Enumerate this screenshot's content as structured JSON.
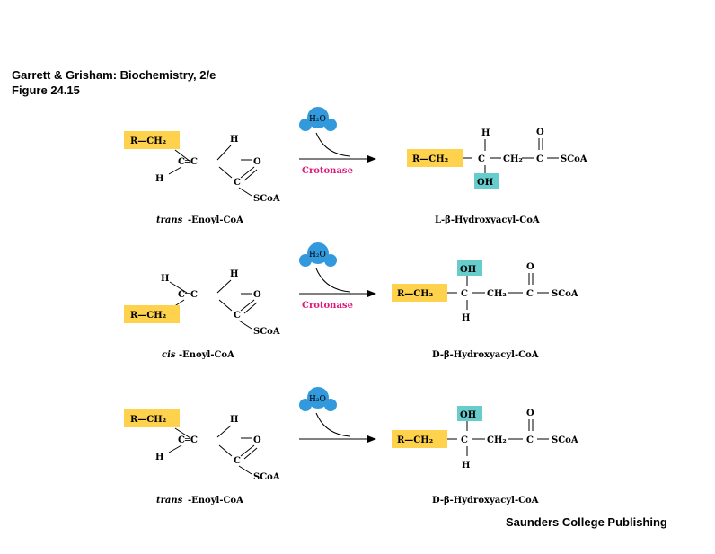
{
  "header": {
    "line1": "Garrett & Grisham: Biochemistry, 2/e",
    "line2": "Figure 24.15"
  },
  "footer": {
    "publisher": "Saunders College Publishing"
  },
  "common": {
    "r_ch2": "R—CH₂",
    "c_eq_c": "C═C",
    "h": "H",
    "c": "C",
    "o": "O",
    "scoa": "SCoA",
    "oh": "OH",
    "ch2": "CH₂",
    "water": "H₂O"
  },
  "reactions": [
    {
      "substrate": "trans-Enoyl-CoA",
      "substrate_prefix": "trans",
      "substrate_rest": "-Enoyl-CoA",
      "enzyme": "Crotonase",
      "product": "L-β-Hydroxyacyl-CoA"
    },
    {
      "substrate": "cis-Enoyl-CoA",
      "substrate_prefix": "cis",
      "substrate_rest": "-Enoyl-CoA",
      "enzyme": "Crotonase",
      "product": "D-β-Hydroxyacyl-CoA"
    },
    {
      "substrate": "trans-Enoyl-CoA",
      "substrate_prefix": "trans",
      "substrate_rest": "-Enoyl-CoA",
      "enzyme": "",
      "product": "D-β-Hydroxyacyl-CoA"
    }
  ],
  "colors": {
    "r_group_highlight": "#ffd24d",
    "oh_highlight": "#66cccc",
    "water_blue": "#3399dd",
    "enzyme_text": "#e0177b"
  }
}
